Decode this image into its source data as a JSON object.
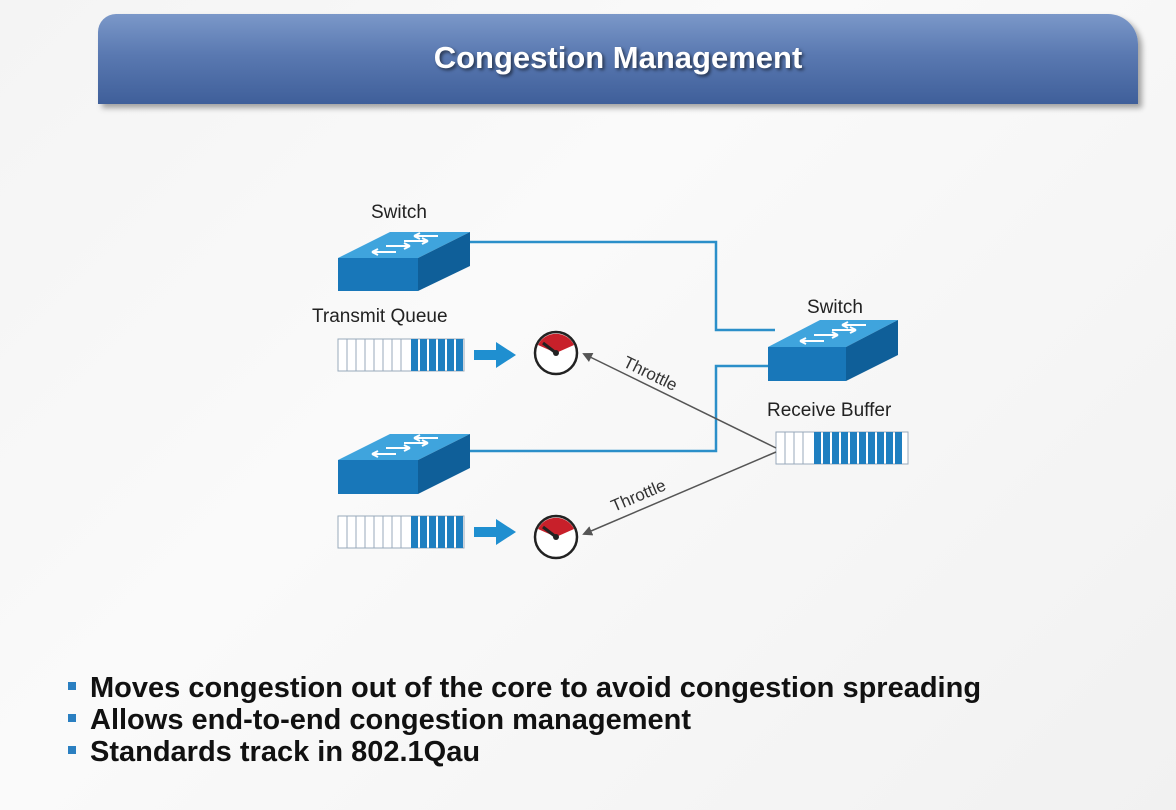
{
  "title": "Congestion Management",
  "diagram": {
    "switch_top_label": "Switch",
    "switch_right_label": "Switch",
    "transmit_queue_label": "Transmit Queue",
    "receive_buffer_label": "Receive Buffer",
    "throttle_top_label": "Throttle",
    "throttle_bottom_label": "Throttle"
  },
  "bullets": [
    "Moves congestion out of the core to avoid congestion spreading",
    "Allows end-to-end congestion management",
    "Standards track in 802.1Qau"
  ],
  "colors": {
    "switch_blue": "#1f7fc0",
    "link_blue": "#2b8fc9",
    "gauge_red": "#c8202a",
    "title_bar": "#5a79b1"
  }
}
